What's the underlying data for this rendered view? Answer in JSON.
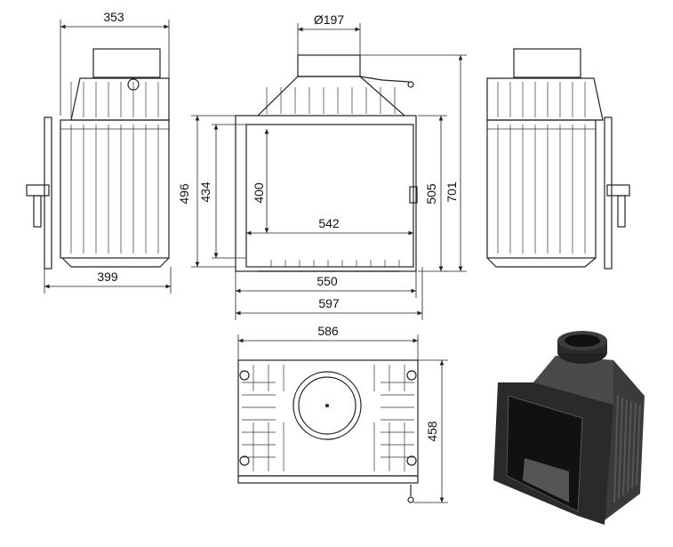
{
  "title": "Fireplace insert technical drawing",
  "dimensions": {
    "side_depth_top": "353",
    "side_depth_bottom": "399",
    "flue_diameter": "Ø197",
    "frame_height": "496",
    "opening_height_outer": "434",
    "glass_height": "400",
    "glass_width": "542",
    "body_height": "505",
    "total_height": "701",
    "body_width": "550",
    "frame_width": "597",
    "top_width": "586",
    "top_depth": "458"
  },
  "colors": {
    "line": "#222222",
    "render_dark": "#2a2a2a",
    "render_mid": "#4a4a4a"
  }
}
